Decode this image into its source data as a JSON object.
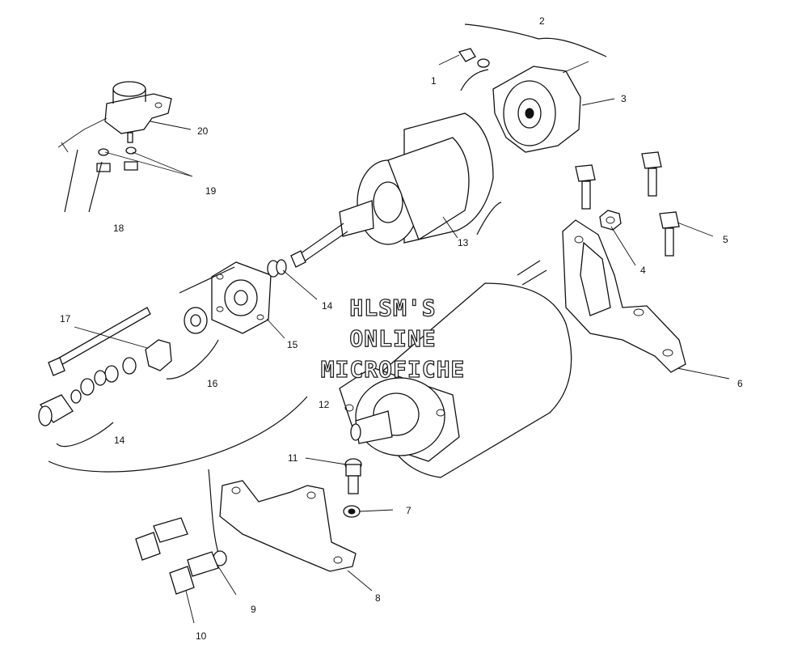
{
  "watermark": [
    "HLSM'S",
    "ONLINE",
    "MICROFICHE"
  ],
  "callouts": [
    {
      "id": "c1",
      "text": "1"
    },
    {
      "id": "c2",
      "text": "2"
    },
    {
      "id": "c3",
      "text": "3"
    },
    {
      "id": "c4",
      "text": "4"
    },
    {
      "id": "c5",
      "text": "5"
    },
    {
      "id": "c6",
      "text": "6"
    },
    {
      "id": "c7",
      "text": "7"
    },
    {
      "id": "c8",
      "text": "8"
    },
    {
      "id": "c9",
      "text": "9"
    },
    {
      "id": "c10",
      "text": "10"
    },
    {
      "id": "c11",
      "text": "11"
    },
    {
      "id": "c12",
      "text": "12"
    },
    {
      "id": "c13",
      "text": "13"
    },
    {
      "id": "c14a",
      "text": "14"
    },
    {
      "id": "c14b",
      "text": "14"
    },
    {
      "id": "c15",
      "text": "15"
    },
    {
      "id": "c16",
      "text": "16"
    },
    {
      "id": "c17",
      "text": "17"
    },
    {
      "id": "c18",
      "text": "18"
    },
    {
      "id": "c19",
      "text": "19"
    },
    {
      "id": "c20",
      "text": "20"
    }
  ]
}
